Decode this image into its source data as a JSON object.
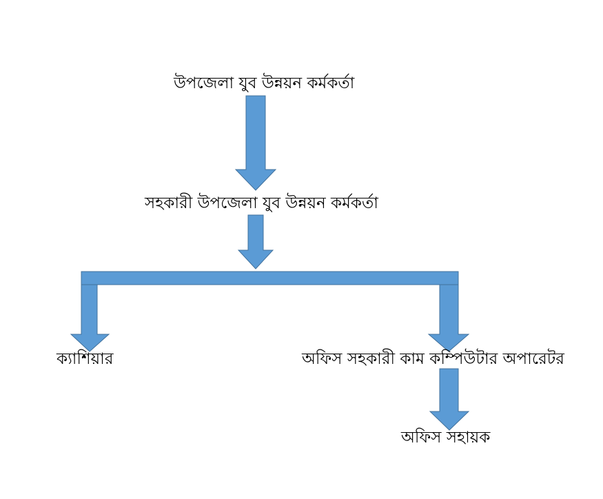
{
  "diagram": {
    "title_node": "উপজেলা যুব উন্নয়ন কর্মকর্তা",
    "assistant_node": "সহকারী উপজেলা যুব উন্নয়ন কর্মকর্তা",
    "cashier_node": "ক্যাশিয়ার",
    "operator_node": "অফিস সহকারী কাম কম্পিউটার অপারেটর",
    "office_assistant_node": "অফিস সহায়ক",
    "arrow_color": "#5b9bd5",
    "arrow_border": "#41719c"
  }
}
